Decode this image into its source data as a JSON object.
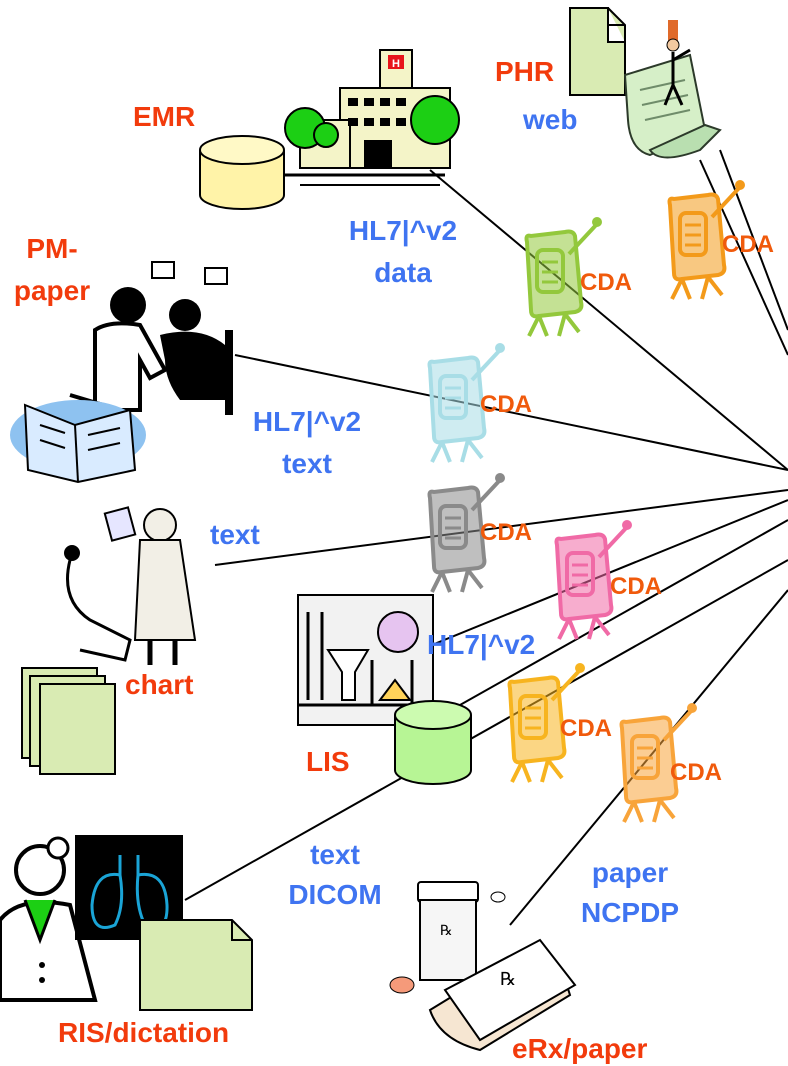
{
  "colors": {
    "system_label": "#f23b0c",
    "format_label": "#3f74f1",
    "cda_label": "#f05a0c",
    "folder_fill": "#d9ebb3",
    "db_top": "#fff3a8",
    "lis_db": "#b7f595"
  },
  "systems": {
    "emr": "EMR",
    "phr": "PHR",
    "pm_line1": "PM-",
    "pm_line2": "paper",
    "chart": "chart",
    "lis": "LIS",
    "ris": "RIS/dictation",
    "erx": "eRx/paper"
  },
  "formats": {
    "phr_web": "web",
    "emr_line1": "HL7|^v2",
    "emr_line2": "data",
    "pm_line1": "HL7|^v2",
    "pm_line2": "text",
    "chart_text": "text",
    "lis_hl7": "HL7|^v2",
    "ris_line1": "text",
    "ris_line2": "DICOM",
    "erx_line1": "paper",
    "erx_line2": "NCPDP"
  },
  "cda_label": "CDA",
  "cda_documents": [
    {
      "id": "phr",
      "color": "#f39a1a"
    },
    {
      "id": "emr",
      "color": "#93c83c"
    },
    {
      "id": "pm",
      "color": "#a8dde6"
    },
    {
      "id": "chart",
      "color": "#8a8a8a"
    },
    {
      "id": "pink",
      "color": "#f06aa6"
    },
    {
      "id": "lis",
      "color": "#f7b41f"
    },
    {
      "id": "erx",
      "color": "#f8a43a"
    }
  ],
  "icons": [
    "hospital-icon",
    "database-icon",
    "document-icon",
    "person-with-scroll-icon",
    "doctor-patient-icon",
    "open-book-icon",
    "dentist-icon",
    "folder-stack-icon",
    "lab-equipment-icon",
    "radiologist-icon",
    "lung-xray-icon",
    "prescription-icon"
  ]
}
